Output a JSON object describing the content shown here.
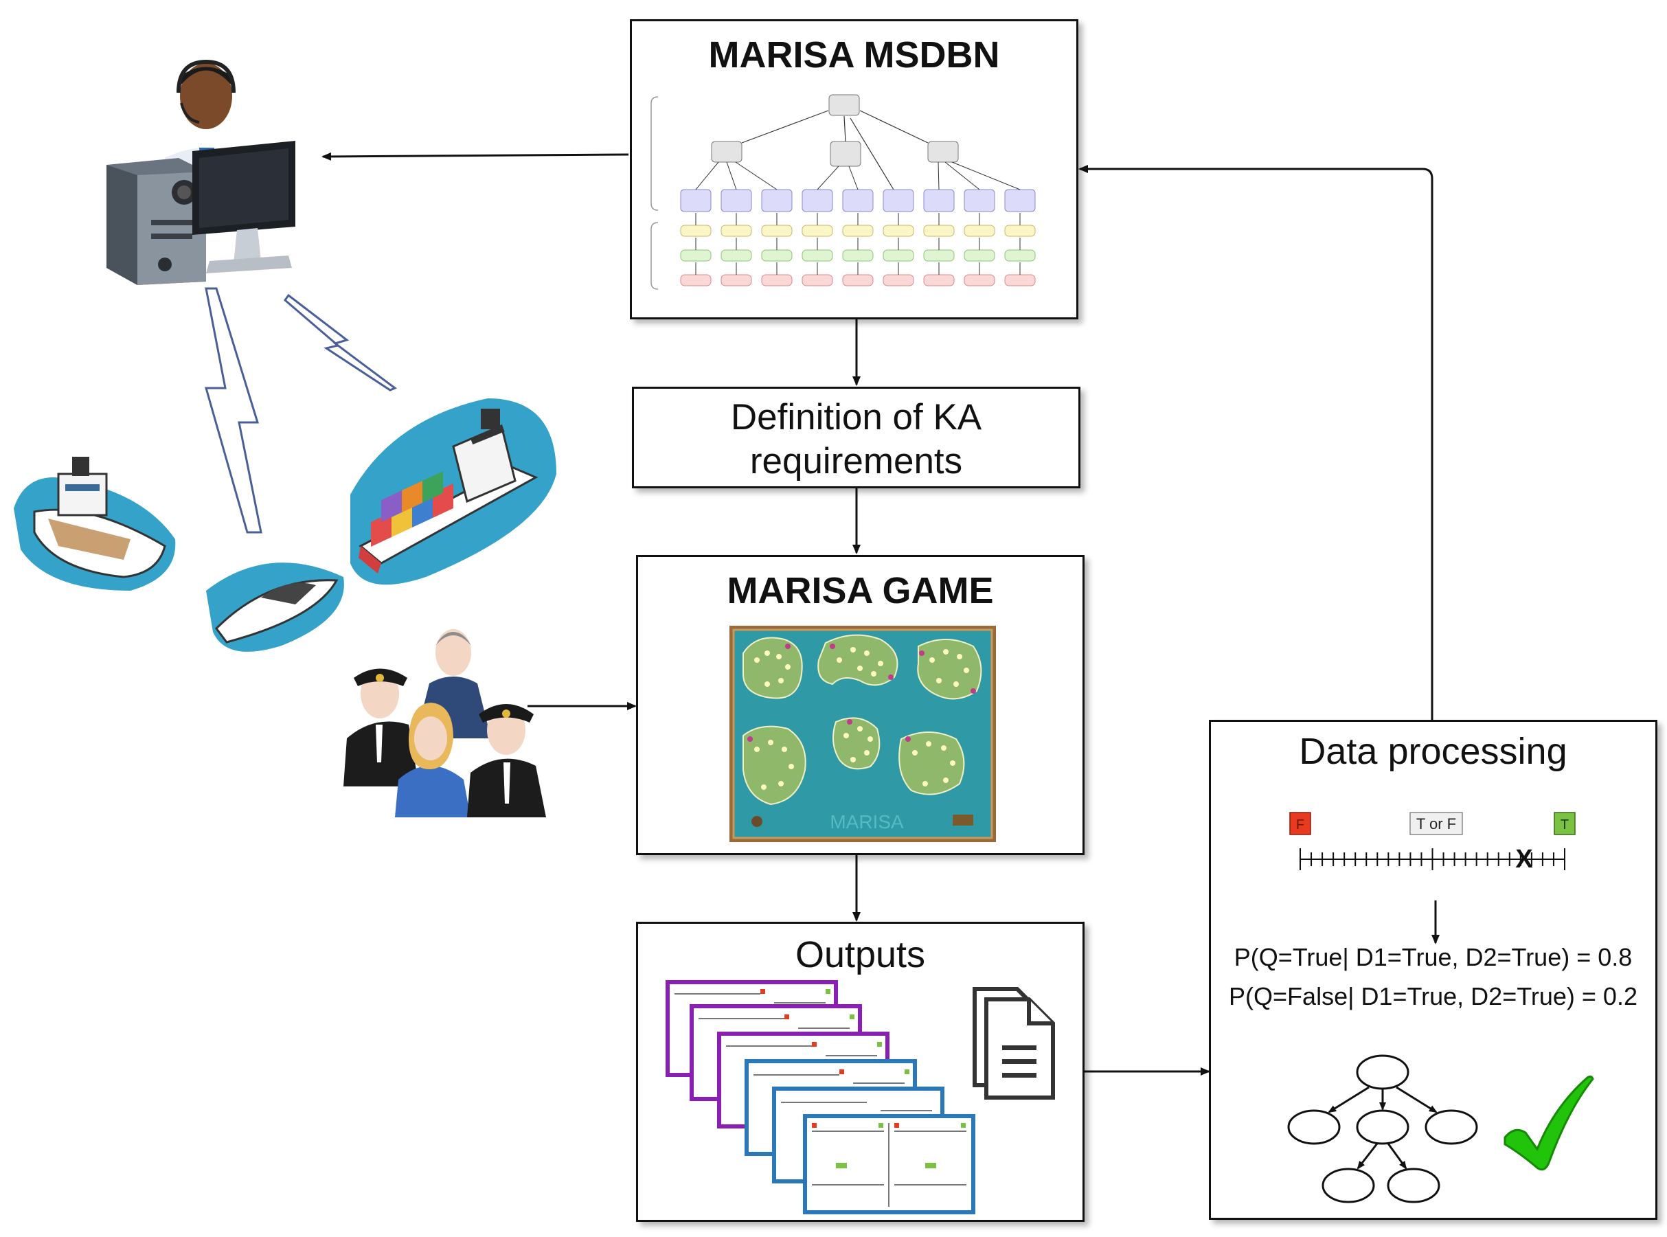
{
  "boxes": {
    "msdbn": {
      "title": "MARISA MSDBN"
    },
    "requirements": {
      "line1": "Definition of KA",
      "line2": "requirements"
    },
    "game": {
      "title": "MARISA GAME",
      "board_label": "MARISA"
    },
    "outputs": {
      "title": "Outputs"
    },
    "processing": {
      "title": "Data processing",
      "scale_false": "F",
      "scale_middle": "T or F",
      "scale_true": "T",
      "scale_marker": "X",
      "formula1": "P(Q=True| D1=True, D2=True) = 0.8",
      "formula2": "P(Q=False| D1=True, D2=True) = 0.2"
    }
  },
  "icons": {
    "operator": "operator-workstation-icon",
    "ships": "ships-illustration",
    "crew": "maritime-crew-icon",
    "document": "document-stack-icon",
    "check": "checkmark-icon",
    "network": "bayesian-network-icon"
  },
  "colors": {
    "scale_false": "#e83a1f",
    "scale_true": "#7cc242",
    "check": "#22c40b",
    "sea": "#2f9aa6",
    "board_frame": "#9a6a3a",
    "card_purple": "#8a1fb4",
    "card_blue": "#2a78b8"
  }
}
